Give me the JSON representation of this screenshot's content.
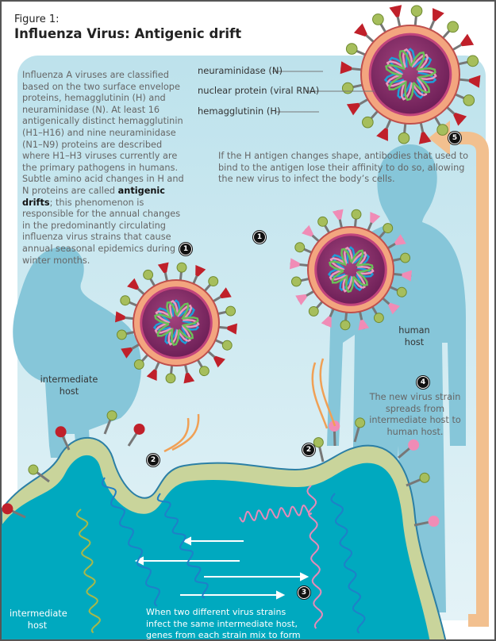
{
  "header": {
    "figure_label": "Figure 1:",
    "title": "Influenza Virus: Antigenic drift"
  },
  "intro": {
    "text_before": "Influenza A viruses are classified based on the two surface envelope proteins, hemagglutinin (H) and neuraminidase (N). At least 16 antigenically distinct hemagglutinin (H1–H16) and nine neuraminidase (N1–N9) proteins are described where H1–H3 viruses currently are the primary pathogens in humans. Subtle amino acid changes in H and N proteins are called ",
    "bold": "antigenic drifts",
    "text_after": "; this phenomenon is responsible for the annual changes in the predominantly circulating influenza virus strains that cause annual seasonal epidemics during winter months."
  },
  "labels": {
    "neuraminidase": "neuraminidase (N)",
    "nuclear_protein": "nuclear protein (viral RNA)",
    "hemagglutinin": "hemagglutinin (H)"
  },
  "notes": {
    "h_antigen": "If the H antigen changes shape, antibodies that used to bind to the antigen lose their affinity to do so, allowing the new virus to infect the body’s cells.",
    "spread": "The new virus strain spreads from intermediate host to human host.",
    "mix": "When two different virus strains infect the same intermediate host, genes from each strain mix to form a new virus strain."
  },
  "hosts": {
    "duck": "intermediate host",
    "human": "human host",
    "cell": "intermediate host"
  },
  "steps": [
    "1",
    "1",
    "2",
    "2",
    "3",
    "4",
    "5"
  ],
  "colors": {
    "panel": "#bfe3ec",
    "cell": "#00a9bf",
    "arrow": "#f2c08f",
    "hemagglutinin": "#c0202a",
    "mutated_h": "#f08cb6",
    "neuraminidase": "#a6be5c",
    "capsid": "#8b2a6e"
  }
}
